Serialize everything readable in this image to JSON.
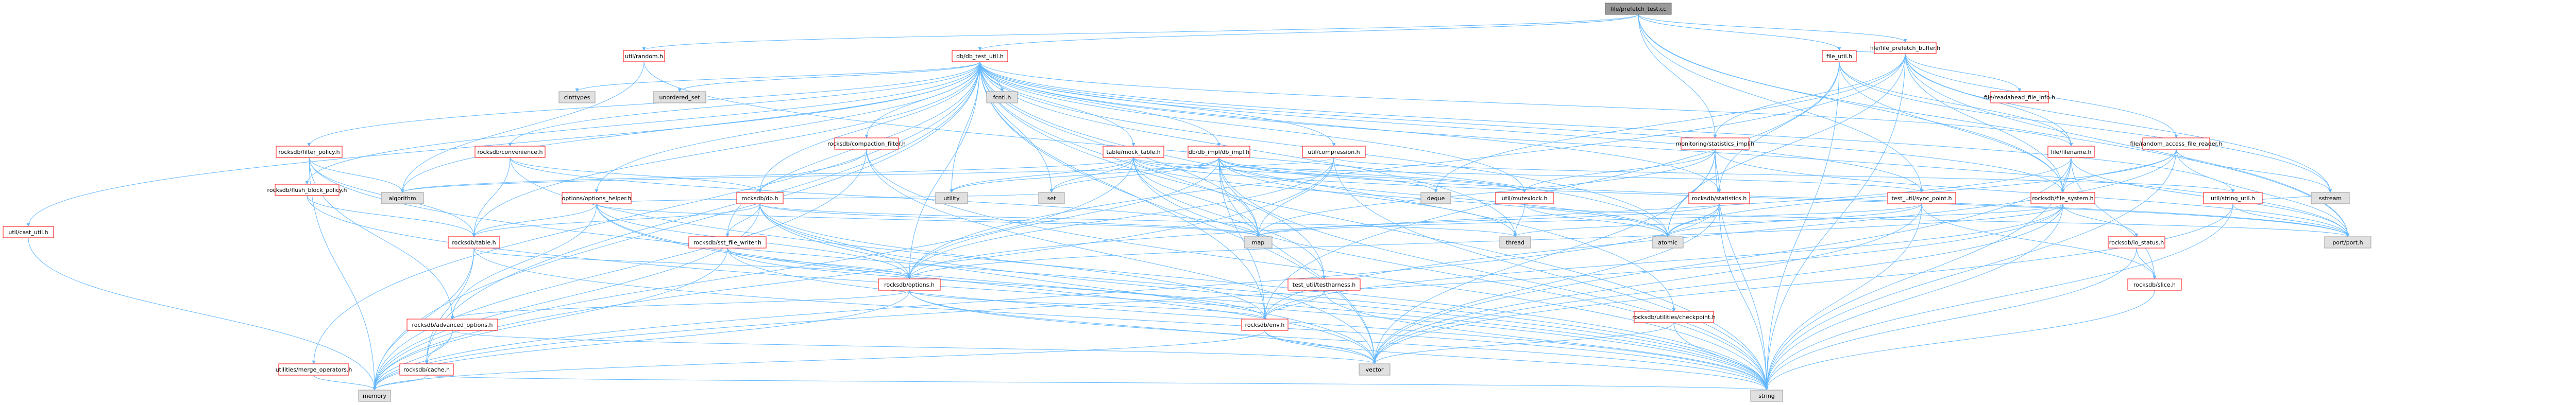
{
  "colors": {
    "root_fill": "#999999",
    "root_border": "#666666",
    "project_border": "#ff0000",
    "external_fill": "#e0e0e0",
    "external_border": "#999999",
    "edge": "#63b8ff",
    "text": "#000000"
  },
  "nodes": [
    {
      "id": "root",
      "label": "file/prefetch_test.cc",
      "kind": "root"
    },
    {
      "id": "random",
      "label": "util/random.h",
      "kind": "project"
    },
    {
      "id": "db_test_util",
      "label": "db/db_test_util.h",
      "kind": "project"
    },
    {
      "id": "file_prefetch",
      "label": "file/file_prefetch_buffer.h",
      "kind": "project"
    },
    {
      "id": "file_util",
      "label": "file_util.h",
      "kind": "project"
    },
    {
      "id": "readahead",
      "label": "file/readahead_file_info.h",
      "kind": "project"
    },
    {
      "id": "filter_policy",
      "label": "rocksdb/filter_policy.h",
      "kind": "project"
    },
    {
      "id": "convenience",
      "label": "rocksdb/convenience.h",
      "kind": "project"
    },
    {
      "id": "compaction_filter",
      "label": "rocksdb/compaction_filter.h",
      "kind": "project"
    },
    {
      "id": "mock_table",
      "label": "table/mock_table.h",
      "kind": "project"
    },
    {
      "id": "db_impl",
      "label": "db/db_impl/db_impl.h",
      "kind": "project"
    },
    {
      "id": "compression",
      "label": "util/compression.h",
      "kind": "project"
    },
    {
      "id": "instrumented",
      "label": "monitoring/statistics_impl.h",
      "kind": "project"
    },
    {
      "id": "filename",
      "label": "file/filename.h",
      "kind": "project"
    },
    {
      "id": "random_access",
      "label": "file/random_access_file_reader.h",
      "kind": "project"
    },
    {
      "id": "flush_block",
      "label": "rocksdb/flush_block_policy.h",
      "kind": "project"
    },
    {
      "id": "options_helper",
      "label": "options/options_helper.h",
      "kind": "project"
    },
    {
      "id": "rocksdb_db",
      "label": "rocksdb/db.h",
      "kind": "project"
    },
    {
      "id": "mutexlock",
      "label": "util/mutexlock.h",
      "kind": "project"
    },
    {
      "id": "statistics",
      "label": "rocksdb/statistics.h",
      "kind": "project"
    },
    {
      "id": "sync_point",
      "label": "test_util/sync_point.h",
      "kind": "project"
    },
    {
      "id": "file_system",
      "label": "rocksdb/file_system.h",
      "kind": "project"
    },
    {
      "id": "string_util",
      "label": "util/string_util.h",
      "kind": "project"
    },
    {
      "id": "cast_util",
      "label": "util/cast_util.h",
      "kind": "project"
    },
    {
      "id": "table",
      "label": "rocksdb/table.h",
      "kind": "project"
    },
    {
      "id": "sst_file_writer",
      "label": "rocksdb/sst_file_writer.h",
      "kind": "project"
    },
    {
      "id": "testharness",
      "label": "test_util/testharness.h",
      "kind": "project"
    },
    {
      "id": "io_status",
      "label": "rocksdb/io_status.h",
      "kind": "project"
    },
    {
      "id": "options",
      "label": "rocksdb/options.h",
      "kind": "project"
    },
    {
      "id": "slice",
      "label": "rocksdb/slice.h",
      "kind": "project"
    },
    {
      "id": "advanced_options",
      "label": "rocksdb/advanced_options.h",
      "kind": "project"
    },
    {
      "id": "checkpoint",
      "label": "rocksdb/utilities/checkpoint.h",
      "kind": "project"
    },
    {
      "id": "env",
      "label": "rocksdb/env.h",
      "kind": "project"
    },
    {
      "id": "merge_operators",
      "label": "utilities/merge_operators.h",
      "kind": "project"
    },
    {
      "id": "cache",
      "label": "rocksdb/cache.h",
      "kind": "project"
    },
    {
      "id": "cinttypes",
      "label": "cinttypes",
      "kind": "external"
    },
    {
      "id": "unordered_set",
      "label": "unordered_set",
      "kind": "external"
    },
    {
      "id": "fcntl",
      "label": "fcntl.h",
      "kind": "external"
    },
    {
      "id": "algorithm",
      "label": "algorithm",
      "kind": "external"
    },
    {
      "id": "set",
      "label": "set",
      "kind": "external"
    },
    {
      "id": "utility",
      "label": "utility",
      "kind": "external"
    },
    {
      "id": "deque",
      "label": "deque",
      "kind": "external"
    },
    {
      "id": "map",
      "label": "map",
      "kind": "external"
    },
    {
      "id": "thread",
      "label": "thread",
      "kind": "external"
    },
    {
      "id": "atomic",
      "label": "atomic",
      "kind": "external"
    },
    {
      "id": "port",
      "label": "port/port.h",
      "kind": "external"
    },
    {
      "id": "sstream",
      "label": "sstream",
      "kind": "external"
    },
    {
      "id": "vector",
      "label": "vector",
      "kind": "external"
    },
    {
      "id": "memory",
      "label": "memory",
      "kind": "external"
    },
    {
      "id": "string",
      "label": "string",
      "kind": "external"
    }
  ],
  "edges": [
    [
      "root",
      "random"
    ],
    [
      "root",
      "db_test_util"
    ],
    [
      "root",
      "file_prefetch"
    ],
    [
      "root",
      "file_util"
    ],
    [
      "root",
      "file_system"
    ],
    [
      "root",
      "sync_point"
    ],
    [
      "root",
      "instrumented"
    ],
    [
      "root",
      "port"
    ],
    [
      "random",
      "algorithm"
    ],
    [
      "random",
      "atomic"
    ],
    [
      "db_test_util",
      "filter_policy"
    ],
    [
      "db_test_util",
      "convenience"
    ],
    [
      "db_test_util",
      "compaction_filter"
    ],
    [
      "db_test_util",
      "mock_table"
    ],
    [
      "db_test_util",
      "db_impl"
    ],
    [
      "db_test_util",
      "compression"
    ],
    [
      "db_test_util",
      "cinttypes"
    ],
    [
      "db_test_util",
      "unordered_set"
    ],
    [
      "db_test_util",
      "fcntl"
    ],
    [
      "db_test_util",
      "flush_block"
    ],
    [
      "db_test_util",
      "options_helper"
    ],
    [
      "db_test_util",
      "rocksdb_db"
    ],
    [
      "db_test_util",
      "mutexlock"
    ],
    [
      "db_test_util",
      "statistics"
    ],
    [
      "db_test_util",
      "sync_point"
    ],
    [
      "db_test_util",
      "file_system"
    ],
    [
      "db_test_util",
      "string_util"
    ],
    [
      "db_test_util",
      "cast_util"
    ],
    [
      "db_test_util",
      "table"
    ],
    [
      "db_test_util",
      "sst_file_writer"
    ],
    [
      "db_test_util",
      "testharness"
    ],
    [
      "db_test_util",
      "options"
    ],
    [
      "db_test_util",
      "env"
    ],
    [
      "db_test_util",
      "checkpoint"
    ],
    [
      "db_test_util",
      "merge_operators"
    ],
    [
      "db_test_util",
      "cache"
    ],
    [
      "db_test_util",
      "algorithm"
    ],
    [
      "db_test_util",
      "set"
    ],
    [
      "db_test_util",
      "utility"
    ],
    [
      "db_test_util",
      "map"
    ],
    [
      "db_test_util",
      "thread"
    ],
    [
      "db_test_util",
      "atomic"
    ],
    [
      "db_test_util",
      "vector"
    ],
    [
      "db_test_util",
      "memory"
    ],
    [
      "db_test_util",
      "string"
    ],
    [
      "db_test_util",
      "filename"
    ],
    [
      "db_test_util",
      "port"
    ],
    [
      "file_prefetch",
      "file_util"
    ],
    [
      "file_prefetch",
      "readahead"
    ],
    [
      "file_prefetch",
      "filename"
    ],
    [
      "file_prefetch",
      "random_access"
    ],
    [
      "file_prefetch",
      "instrumented"
    ],
    [
      "file_prefetch",
      "file_system"
    ],
    [
      "file_prefetch",
      "options"
    ],
    [
      "file_prefetch",
      "string"
    ],
    [
      "file_prefetch",
      "deque"
    ],
    [
      "file_prefetch",
      "atomic"
    ],
    [
      "file_prefetch",
      "sstream"
    ],
    [
      "file_prefetch",
      "port"
    ],
    [
      "file_util",
      "filename"
    ],
    [
      "file_util",
      "env"
    ],
    [
      "file_util",
      "file_system"
    ],
    [
      "file_util",
      "statistics"
    ],
    [
      "file_util",
      "sstream"
    ],
    [
      "file_util",
      "string"
    ],
    [
      "filter_policy",
      "algorithm"
    ],
    [
      "filter_policy",
      "memory"
    ],
    [
      "filter_policy",
      "string"
    ],
    [
      "filter_policy",
      "table"
    ],
    [
      "filter_policy",
      "advanced_options"
    ],
    [
      "convenience",
      "rocksdb_db"
    ],
    [
      "convenience",
      "table"
    ],
    [
      "convenience",
      "string"
    ],
    [
      "convenience",
      "map"
    ],
    [
      "compaction_filter",
      "rocksdb_db"
    ],
    [
      "compaction_filter",
      "string"
    ],
    [
      "compaction_filter",
      "vector"
    ],
    [
      "compaction_filter",
      "memory"
    ],
    [
      "mock_table",
      "algorithm"
    ],
    [
      "mock_table",
      "set"
    ],
    [
      "mock_table",
      "map"
    ],
    [
      "mock_table",
      "atomic"
    ],
    [
      "mock_table",
      "memory"
    ],
    [
      "mock_table",
      "string"
    ],
    [
      "mock_table",
      "utility"
    ],
    [
      "mock_table",
      "mutexlock"
    ],
    [
      "mock_table",
      "sync_point"
    ],
    [
      "mock_table",
      "testharness"
    ],
    [
      "mock_table",
      "port"
    ],
    [
      "db_impl",
      "atomic"
    ],
    [
      "db_impl",
      "deque"
    ],
    [
      "db_impl",
      "map"
    ],
    [
      "db_impl",
      "set"
    ],
    [
      "db_impl",
      "thread"
    ],
    [
      "db_impl",
      "utility"
    ],
    [
      "db_impl",
      "vector"
    ],
    [
      "db_impl",
      "string"
    ],
    [
      "db_impl",
      "env"
    ],
    [
      "db_impl",
      "options"
    ],
    [
      "db_impl",
      "mutexlock"
    ],
    [
      "db_impl",
      "port"
    ],
    [
      "compression",
      "algorithm"
    ],
    [
      "compression",
      "map"
    ],
    [
      "compression",
      "string"
    ],
    [
      "compression",
      "memory"
    ],
    [
      "compression",
      "options"
    ],
    [
      "compression",
      "string_util"
    ],
    [
      "instrumented",
      "atomic"
    ],
    [
      "instrumented",
      "map"
    ],
    [
      "instrumented",
      "string"
    ],
    [
      "instrumented",
      "vector"
    ],
    [
      "instrumented",
      "statistics"
    ],
    [
      "instrumented",
      "mutexlock"
    ],
    [
      "instrumented",
      "port"
    ],
    [
      "filename",
      "string"
    ],
    [
      "filename",
      "vector"
    ],
    [
      "filename",
      "options"
    ],
    [
      "filename",
      "file_system"
    ],
    [
      "filename",
      "slice"
    ],
    [
      "filename",
      "port"
    ],
    [
      "random_access",
      "atomic"
    ],
    [
      "random_access",
      "sstream"
    ],
    [
      "random_access",
      "string"
    ],
    [
      "random_access",
      "env"
    ],
    [
      "random_access",
      "file_system"
    ],
    [
      "random_access",
      "port"
    ],
    [
      "flush_block",
      "string"
    ],
    [
      "flush_block",
      "table"
    ],
    [
      "options_helper",
      "map"
    ],
    [
      "options_helper",
      "set"
    ],
    [
      "options_helper",
      "string"
    ],
    [
      "options_helper",
      "vector"
    ],
    [
      "options_helper",
      "options"
    ],
    [
      "options_helper",
      "table"
    ],
    [
      "options_helper",
      "advanced_options"
    ],
    [
      "rocksdb_db",
      "map"
    ],
    [
      "rocksdb_db",
      "memory"
    ],
    [
      "rocksdb_db",
      "string"
    ],
    [
      "rocksdb_db",
      "thread"
    ],
    [
      "rocksdb_db",
      "vector"
    ],
    [
      "rocksdb_db",
      "options"
    ],
    [
      "rocksdb_db",
      "env"
    ],
    [
      "rocksdb_db",
      "table"
    ],
    [
      "rocksdb_db",
      "sst_file_writer"
    ],
    [
      "mutexlock",
      "atomic"
    ],
    [
      "mutexlock",
      "thread"
    ],
    [
      "mutexlock",
      "port"
    ],
    [
      "statistics",
      "atomic"
    ],
    [
      "statistics",
      "map"
    ],
    [
      "statistics",
      "memory"
    ],
    [
      "statistics",
      "string"
    ],
    [
      "statistics",
      "vector"
    ],
    [
      "sync_point",
      "atomic"
    ],
    [
      "sync_point",
      "map"
    ],
    [
      "sync_point",
      "string"
    ],
    [
      "sync_point",
      "vector"
    ],
    [
      "sync_point",
      "slice"
    ],
    [
      "file_system",
      "io_status"
    ],
    [
      "file_system",
      "options"
    ],
    [
      "file_system",
      "env"
    ],
    [
      "file_system",
      "string"
    ],
    [
      "file_system",
      "vector"
    ],
    [
      "file_system",
      "memory"
    ],
    [
      "file_system",
      "thread"
    ],
    [
      "string_util",
      "port"
    ],
    [
      "string_util",
      "sstream"
    ],
    [
      "string_util",
      "string"
    ],
    [
      "string_util",
      "vector"
    ],
    [
      "cast_util",
      "memory"
    ],
    [
      "table",
      "string"
    ],
    [
      "table",
      "memory"
    ],
    [
      "table",
      "options"
    ],
    [
      "table",
      "cache"
    ],
    [
      "sst_file_writer",
      "memory"
    ],
    [
      "sst_file_writer",
      "string"
    ],
    [
      "sst_file_writer",
      "options"
    ],
    [
      "sst_file_writer",
      "env"
    ],
    [
      "testharness",
      "env"
    ],
    [
      "testharness",
      "string"
    ],
    [
      "io_status",
      "string"
    ],
    [
      "io_status",
      "slice"
    ],
    [
      "options",
      "string"
    ],
    [
      "options",
      "vector"
    ],
    [
      "options",
      "memory"
    ],
    [
      "options",
      "advanced_options"
    ],
    [
      "options",
      "env"
    ],
    [
      "slice",
      "string"
    ],
    [
      "advanced_options",
      "memory"
    ],
    [
      "advanced_options",
      "vector"
    ],
    [
      "advanced_options",
      "cache"
    ],
    [
      "checkpoint",
      "string"
    ],
    [
      "checkpoint",
      "vector"
    ],
    [
      "env",
      "memory"
    ],
    [
      "env",
      "string"
    ],
    [
      "env",
      "vector"
    ],
    [
      "merge_operators",
      "memory"
    ],
    [
      "cache",
      "memory"
    ],
    [
      "cache",
      "string"
    ]
  ]
}
